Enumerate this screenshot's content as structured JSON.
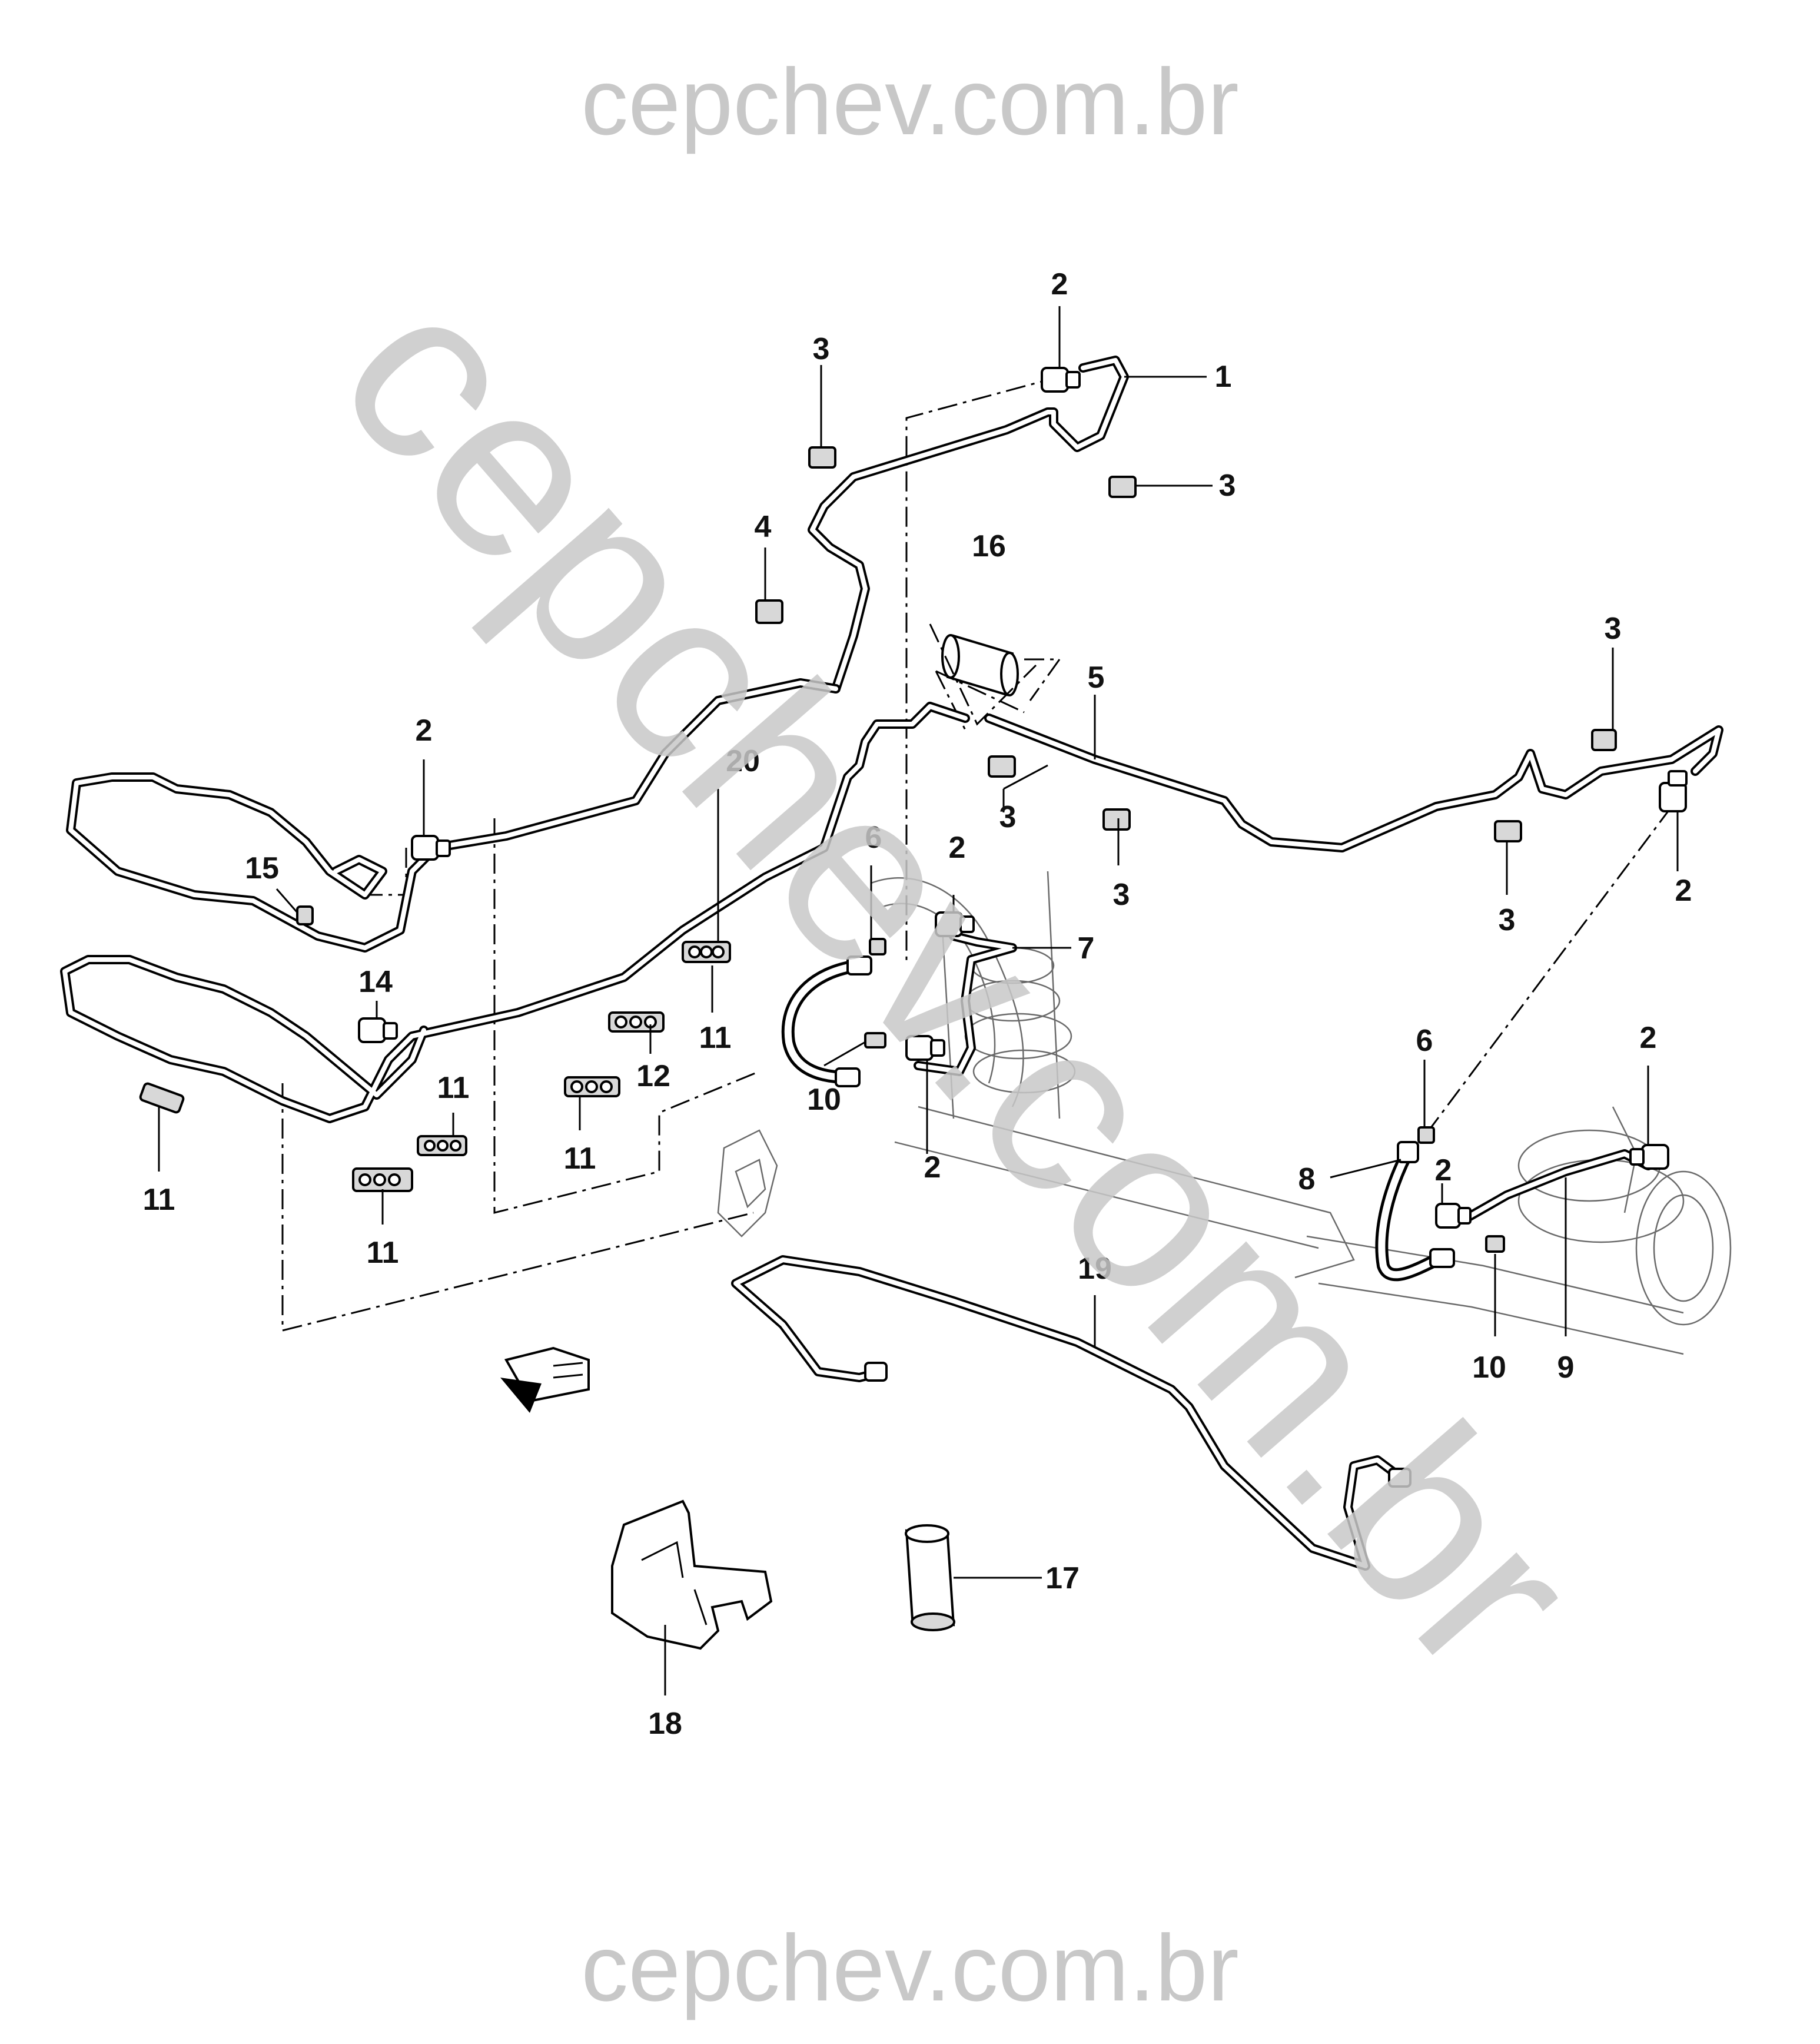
{
  "watermarks": {
    "top": "cepchev.com.br",
    "diagonal": "cepchev.com.br",
    "bottom": "cepchev.com.br"
  },
  "callouts": [
    {
      "id": "c1",
      "text": "1"
    },
    {
      "id": "c2a",
      "text": "2"
    },
    {
      "id": "c2b",
      "text": "2"
    },
    {
      "id": "c2c",
      "text": "2"
    },
    {
      "id": "c2d",
      "text": "2"
    },
    {
      "id": "c2e",
      "text": "2"
    },
    {
      "id": "c2f",
      "text": "2"
    },
    {
      "id": "c2g",
      "text": "2"
    },
    {
      "id": "c3a",
      "text": "3"
    },
    {
      "id": "c3b",
      "text": "3"
    },
    {
      "id": "c3c",
      "text": "3"
    },
    {
      "id": "c3d",
      "text": "3"
    },
    {
      "id": "c3e",
      "text": "3"
    },
    {
      "id": "c3f",
      "text": "3"
    },
    {
      "id": "c4",
      "text": "4"
    },
    {
      "id": "c5",
      "text": "5"
    },
    {
      "id": "c6a",
      "text": "6"
    },
    {
      "id": "c6b",
      "text": "6"
    },
    {
      "id": "c7",
      "text": "7"
    },
    {
      "id": "c8",
      "text": "8"
    },
    {
      "id": "c9",
      "text": "9"
    },
    {
      "id": "c10a",
      "text": "10"
    },
    {
      "id": "c10b",
      "text": "10"
    },
    {
      "id": "c11a",
      "text": "11"
    },
    {
      "id": "c11b",
      "text": "11"
    },
    {
      "id": "c11c",
      "text": "11"
    },
    {
      "id": "c11d",
      "text": "11"
    },
    {
      "id": "c11e",
      "text": "11"
    },
    {
      "id": "c12",
      "text": "12"
    },
    {
      "id": "c14",
      "text": "14"
    },
    {
      "id": "c15",
      "text": "15"
    },
    {
      "id": "c16",
      "text": "16"
    },
    {
      "id": "c17",
      "text": "17"
    },
    {
      "id": "c18",
      "text": "18"
    },
    {
      "id": "c19",
      "text": "19"
    },
    {
      "id": "c20",
      "text": "20"
    }
  ],
  "colors": {
    "line": "#000000",
    "watermark": "#c8c8c8",
    "background": "#ffffff"
  }
}
